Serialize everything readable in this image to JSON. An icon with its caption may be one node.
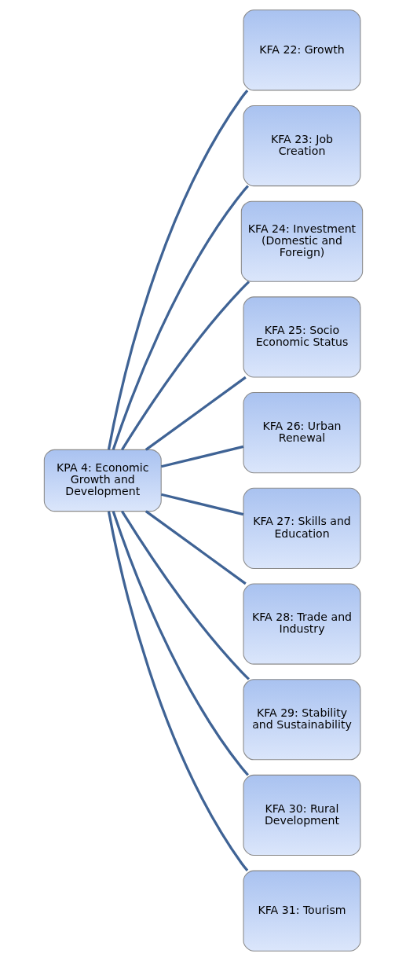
{
  "diagram": {
    "nodes": [
      {
        "text": [
          "KPA 4: Economic Growth and Development"
        ]
      },
      {
        "text": [
          "KFA 22: Growth"
        ]
      },
      {
        "text": [
          "KFA 23: Job Creation"
        ]
      },
      {
        "text": [
          "KFA 24: Investment (Domestic and Foreign)"
        ]
      },
      {
        "text": [
          "KFA 25: Socio Economic Status"
        ]
      },
      {
        "text": [
          "KFA 26: Urban Renewal"
        ]
      },
      {
        "text": [
          "KFA 27: Skills and Education"
        ]
      },
      {
        "text": [
          "KFA 28: Trade and Industry"
        ]
      },
      {
        "text": [
          "KFA 29: Stability and Sustainability"
        ]
      },
      {
        "text": [
          "KFA 30: Rural Development"
        ]
      },
      {
        "text": [
          "KFA 31: Tourism"
        ]
      }
    ],
    "edges": [
      {
        "from": 0,
        "to": 1,
        "arrow": "none"
      },
      {
        "from": 0,
        "to": 2,
        "arrow": "none"
      },
      {
        "from": 0,
        "to": 3,
        "arrow": "none"
      },
      {
        "from": 0,
        "to": 4,
        "arrow": "none"
      },
      {
        "from": 0,
        "to": 5,
        "arrow": "none"
      },
      {
        "from": 0,
        "to": 6,
        "arrow": "none"
      },
      {
        "from": 0,
        "to": 7,
        "arrow": "none"
      },
      {
        "from": 0,
        "to": 8,
        "arrow": "none"
      },
      {
        "from": 0,
        "to": 9,
        "arrow": "none"
      },
      {
        "from": 0,
        "to": 10,
        "arrow": "none"
      }
    ]
  }
}
